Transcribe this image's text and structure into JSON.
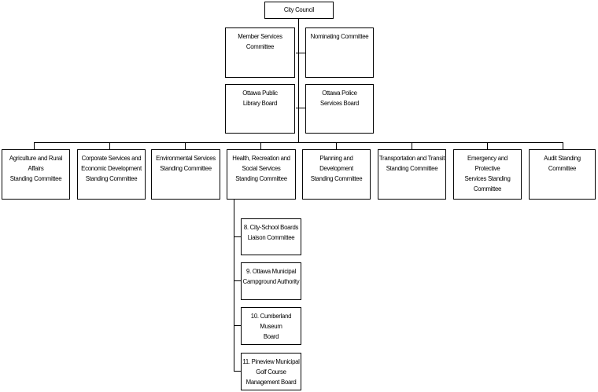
{
  "root": {
    "label": "City Council"
  },
  "upper_committees": [
    {
      "label": "Member Services\nCommittee"
    },
    {
      "label": "Nominating Committee"
    }
  ],
  "boards": [
    {
      "label": "Ottawa Public\nLibrary Board"
    },
    {
      "label": "Ottawa Police\nServices Board"
    }
  ],
  "standing_committees": [
    {
      "label": "Agriculture and Rural Affairs\nStanding Committee"
    },
    {
      "label": "Corporate Services and\nEconomic Development\nStanding Committee"
    },
    {
      "label": "Environmental Services\nStanding Committee"
    },
    {
      "label": "Health, Recreation and\nSocial Services\nStanding Committee"
    },
    {
      "label": "Planning and Development\nStanding Committee"
    },
    {
      "label": "Transportation and Transit\nStanding Committee"
    },
    {
      "label": "Emergency and\nProtective\nServices Standing\nCommittee"
    },
    {
      "label": "Audit Standing Committee"
    }
  ],
  "sub_bodies": [
    {
      "label": "8. City-School Boards\nLiaison Committee"
    },
    {
      "label": "9. Ottawa Municipal\nCampground Authority"
    },
    {
      "label": "10. Cumberland Museum\nBoard"
    },
    {
      "label": "11. Pineview Municipal\nGolf Course\nManagement Board"
    }
  ]
}
